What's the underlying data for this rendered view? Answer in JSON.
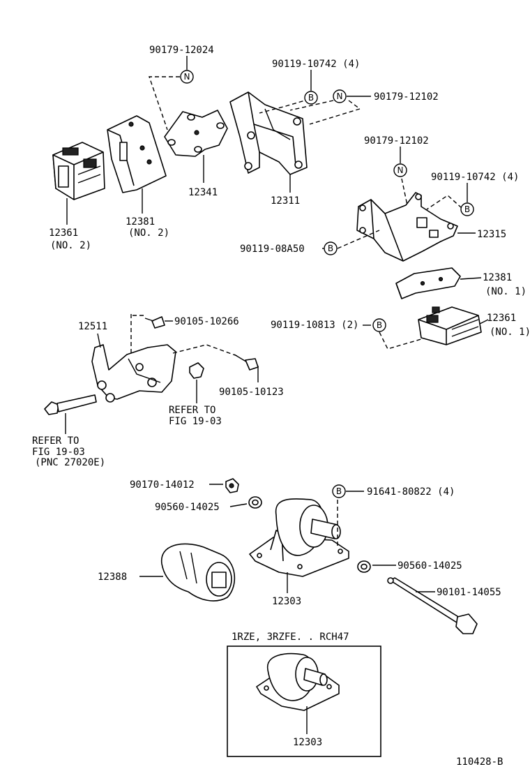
{
  "labels": {
    "l_90179_12024": "90179-12024",
    "l_90119_10742_top": "90119-10742 (4)",
    "l_90179_12102_top": "90179-12102",
    "l_90179_12102_mid": "90179-12102",
    "l_90119_10742_mid": "90119-10742 (4)",
    "l_12315": "12315",
    "l_90119_08A50": "90119-08A50",
    "l_12381_no1": "12381",
    "l_12381_no1_sub": "(NO. 1)",
    "l_12361_no1": "12361",
    "l_12361_no1_sub": "(NO. 1)",
    "l_90119_10813": "90119-10813 (2)",
    "l_12341": "12341",
    "l_12311": "12311",
    "l_12381_no2": "12381",
    "l_12381_no2_sub": "(NO. 2)",
    "l_12361_no2": "12361",
    "l_12361_no2_sub": "(NO. 2)",
    "l_12511": "12511",
    "l_90105_10266": "90105-10266",
    "l_90105_10123": "90105-10123",
    "l_refer1_a": "REFER TO",
    "l_refer1_b": "FIG 19-03",
    "l_refer2_a": "REFER TO",
    "l_refer2_b": "FIG 19-03",
    "l_refer2_c": "(PNC 27020E)",
    "l_90170_14012": "90170-14012",
    "l_90560_14025_a": "90560-14025",
    "l_91641_80822": "91641-80822 (4)",
    "l_90560_14025_b": "90560-14025",
    "l_90101_14055": "90101-14055",
    "l_12388": "12388",
    "l_12303_main": "12303",
    "l_box_title": "1RZE, 3RZFE. . RCH47",
    "l_12303_box": "12303",
    "l_figure_id": "110428-B"
  },
  "markers": {
    "N": "N",
    "B": "B"
  }
}
